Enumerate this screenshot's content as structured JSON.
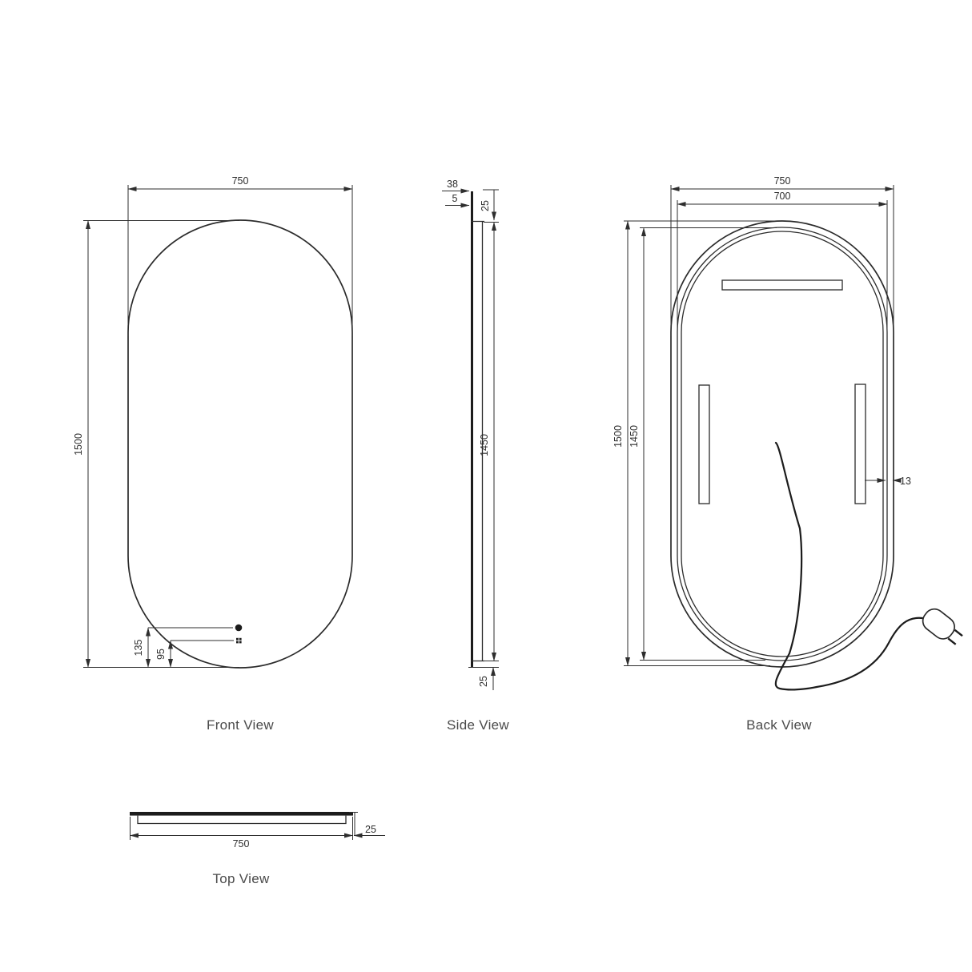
{
  "drawing": {
    "background": "#ffffff",
    "line_color": "#2b2b2b",
    "text_color": "#2e2e2e",
    "title_color": "#4a4a4a"
  },
  "views": {
    "front": {
      "title": "Front View",
      "width": "750",
      "height": "1500",
      "sensor_leader_top": "135",
      "sensor_leader_bottom": "95"
    },
    "side": {
      "title": "Side View",
      "depth": "38",
      "glass_thickness": "5",
      "top_inset": "25",
      "body_height": "1450",
      "bottom_inset": "25"
    },
    "back": {
      "title": "Back View",
      "width": "750",
      "inner_width": "700",
      "height": "1500",
      "inner_height": "1450",
      "edge_gap": "13"
    },
    "top": {
      "title": "Top View",
      "width": "750",
      "depth": "25"
    }
  }
}
